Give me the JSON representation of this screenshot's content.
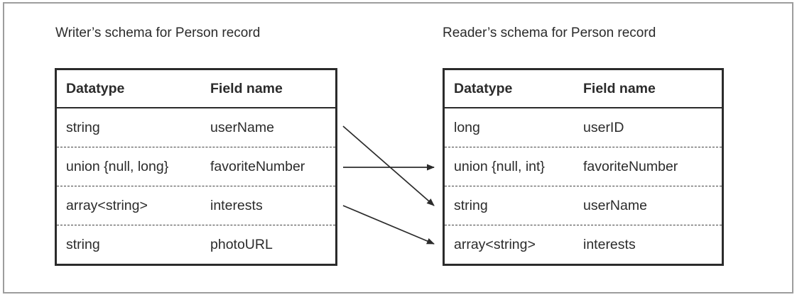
{
  "writer": {
    "title": "Writer’s schema for Person record",
    "columns": [
      "Datatype",
      "Field name"
    ],
    "rows": [
      {
        "datatype": "string",
        "field": "userName"
      },
      {
        "datatype": "union {null, long}",
        "field": "favoriteNumber"
      },
      {
        "datatype": "array<string>",
        "field": "interests"
      },
      {
        "datatype": "string",
        "field": "photoURL"
      }
    ]
  },
  "reader": {
    "title": "Reader’s schema for Person record",
    "columns": [
      "Datatype",
      "Field name"
    ],
    "rows": [
      {
        "datatype": "long",
        "field": "userID"
      },
      {
        "datatype": "union {null, int}",
        "field": "favoriteNumber"
      },
      {
        "datatype": "string",
        "field": "userName"
      },
      {
        "datatype": "array<string>",
        "field": "interests"
      }
    ]
  },
  "mappings": [
    {
      "field": "userName",
      "writer_row": 1,
      "reader_row": 3
    },
    {
      "field": "favoriteNumber",
      "writer_row": 2,
      "reader_row": 2
    },
    {
      "field": "interests",
      "writer_row": 3,
      "reader_row": 4
    }
  ],
  "colors": {
    "text": "#2b2b2b",
    "table_border": "#2b2b2b",
    "row_divider": "#3f3f3f",
    "frame_border": "#9d9d9d",
    "arrow": "#2b2b2b",
    "background": "#ffffff"
  }
}
